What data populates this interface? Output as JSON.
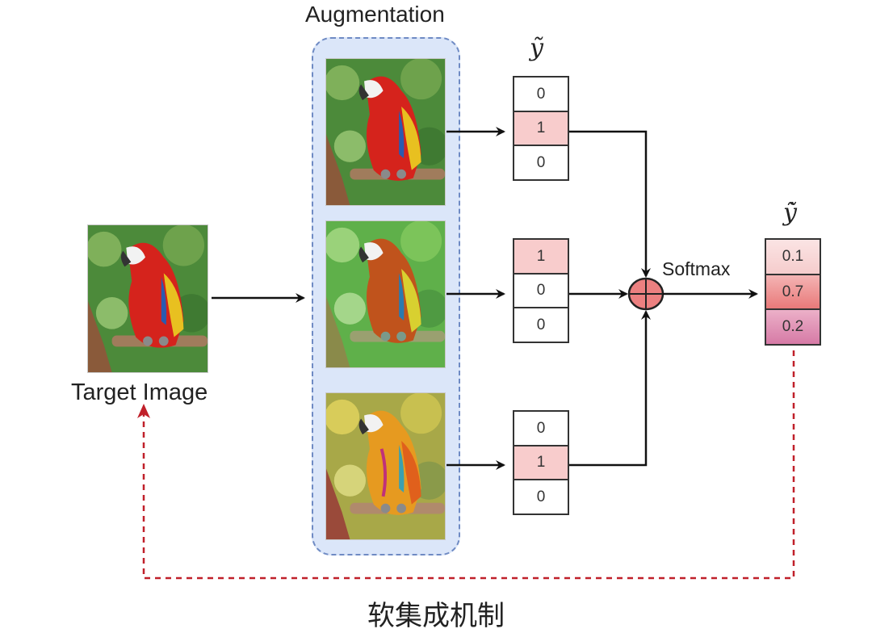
{
  "title": "Augmentation",
  "target_image": {
    "label": "Target Image",
    "subject": "scarlet macaw parrot on branch"
  },
  "augmentation": {
    "title": "Augmentation",
    "images": [
      {
        "name": "original-augmentation",
        "tint": "natural"
      },
      {
        "name": "green-tint-augmentation",
        "tint": "green"
      },
      {
        "name": "yellow-tint-augmentation",
        "tint": "yellow"
      }
    ]
  },
  "one_hot_label": "ỹ",
  "one_hot_vectors": [
    {
      "values": [
        "0",
        "1",
        "0"
      ],
      "hot_index": 1
    },
    {
      "values": [
        "1",
        "0",
        "0"
      ],
      "hot_index": 0
    },
    {
      "values": [
        "0",
        "1",
        "0"
      ],
      "hot_index": 1
    }
  ],
  "aggregation": {
    "operator": "⊕",
    "function_label": "Softmax"
  },
  "output": {
    "label": "ẏ̃",
    "values": [
      "0.1",
      "0.7",
      "0.2"
    ],
    "colors": [
      "#f9d9d9",
      "#ee8e8e",
      "#d98aae"
    ]
  },
  "colors": {
    "panel_fill": "#dbe6f9",
    "panel_border": "#6f8bc4",
    "hot_cell": "#f8cccc",
    "sum_node": "#ec8080",
    "feedback_line": "#c0202a"
  },
  "caption": "软集成机制"
}
